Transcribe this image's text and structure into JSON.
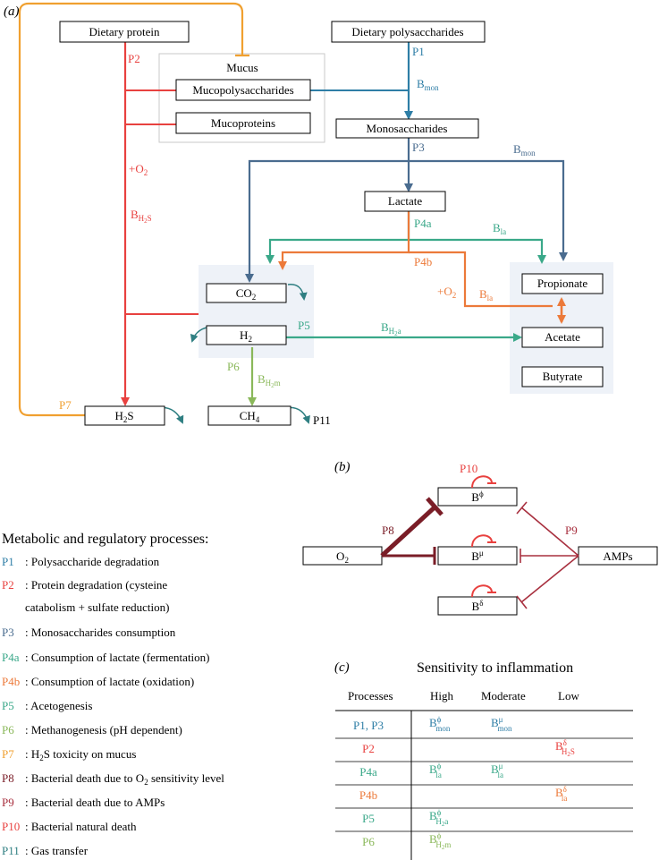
{
  "colors": {
    "p1": "#2e7ea6",
    "p2": "#e8413f",
    "p3": "#4a6c8f",
    "p4a": "#3aa889",
    "p4b": "#ec7a3a",
    "p5": "#3aa889",
    "p6": "#8ab85a",
    "p7": "#f0a030",
    "p8": "#7a1d27",
    "p9": "#a8303f",
    "p10": "#e8413f",
    "p11": "#2f7f82",
    "box_fill": "#eef2f8",
    "mucus_border": "#c9c9c9"
  },
  "panel_a": {
    "label": "(a)",
    "boxes": {
      "dietary_protein": "Dietary protein",
      "dietary_polysaccharides": "Dietary polysaccharides",
      "mucus_title": "Mucus",
      "mucopolysaccharides": "Mucopolysaccharides",
      "mucoproteins": "Mucoproteins",
      "monosaccharides": "Monosaccharides",
      "lactate": "Lactate",
      "co2": "CO",
      "co2_sub": "2",
      "h2": "H",
      "h2_sub": "2",
      "h2s": "H",
      "h2s_sub": "2",
      "h2s_tail": "S",
      "ch4": "CH",
      "ch4_sub": "4",
      "propionate": "Propionate",
      "acetate": "Acetate",
      "butyrate": "Butyrate"
    },
    "labels": {
      "p1": "P1",
      "p2": "P2",
      "p3": "P3",
      "p4a": "P4a",
      "p4b": "P4b",
      "p5": "P5",
      "p6": "P6",
      "p7": "P7",
      "p11": "P11",
      "o2_red": "+O",
      "o2_red_sub": "2",
      "o2_orange": "+O",
      "o2_orange_sub": "2",
      "b": "B",
      "mon": "mon",
      "h2s_sub": "H",
      "h2s_sub2": "2",
      "h2s_sub3": "S",
      "la": "la",
      "h2a_h": "H",
      "h2a_2": "2",
      "h2a_a": "a",
      "h2m_m": "m"
    }
  },
  "panel_b": {
    "label": "(b)",
    "o2": "O",
    "o2_sub": "2",
    "amps": "AMPs",
    "b": "B",
    "phi": "ϕ",
    "mu": "μ",
    "delta": "δ",
    "p8": "P8",
    "p9": "P9",
    "p10": "P10"
  },
  "legend": {
    "title": "Metabolic and regulatory processes:",
    "items": [
      {
        "code": "P1",
        "text": ": Polysaccharide degradation"
      },
      {
        "code": "P2",
        "text": ": Protein degradation (cysteine",
        "text2": "catabolism + sulfate reduction)"
      },
      {
        "code": "P3",
        "text": ": Monosaccharides consumption"
      },
      {
        "code": "P4a",
        "text": ": Consumption of lactate (fermentation)"
      },
      {
        "code": "P4b",
        "text": ": Consumption of lactate (oxidation)"
      },
      {
        "code": "P5",
        "text": ": Acetogenesis"
      },
      {
        "code": "P6",
        "text": ": Methanogenesis (pH dependent)"
      },
      {
        "code": "P7",
        "text_pre": ": H",
        "text_sub": "2",
        "text_post": "S toxicity on mucus"
      },
      {
        "code": "P8",
        "text_pre": ": Bacterial death due to O",
        "text_sub": "2",
        "text_post": " sensitivity level"
      },
      {
        "code": "P9",
        "text": ": Bacterial death due to AMPs"
      },
      {
        "code": "P10",
        "text": ": Bacterial natural death"
      },
      {
        "code": "P11",
        "text": ": Gas transfer"
      }
    ]
  },
  "panel_c": {
    "label": "(c)",
    "title": "Sensitivity to inflammation",
    "headers": [
      "Processes",
      "High",
      "Moderate",
      "Low"
    ],
    "rows": [
      {
        "process": "P1, P3",
        "high": "B",
        "high_sup": "ϕ",
        "high_sub": "mon",
        "moderate": "B",
        "moderate_sup": "μ",
        "moderate_sub": "mon",
        "low": ""
      },
      {
        "process": "P2",
        "high": "",
        "moderate": "",
        "low": "B",
        "low_sup": "δ",
        "low_sub": "H",
        "low_sub2": "2",
        "low_sub3": "S"
      },
      {
        "process": "P4a",
        "high": "B",
        "high_sup": "ϕ",
        "high_sub": "la",
        "moderate": "B",
        "moderate_sup": "μ",
        "moderate_sub": "la",
        "low": ""
      },
      {
        "process": "P4b",
        "high": "",
        "moderate": "",
        "low": "B",
        "low_sup": "δ",
        "low_sub": "la"
      },
      {
        "process": "P5",
        "high": "B",
        "high_sup": "ϕ",
        "high_sub": "H",
        "high_sub2": "2",
        "high_sub3": "a",
        "moderate": "",
        "low": ""
      },
      {
        "process": "P6",
        "high": "B",
        "high_sup": "ϕ",
        "high_sub": "H",
        "high_sub2": "2",
        "high_sub3": "m",
        "moderate": "",
        "low": ""
      }
    ]
  }
}
